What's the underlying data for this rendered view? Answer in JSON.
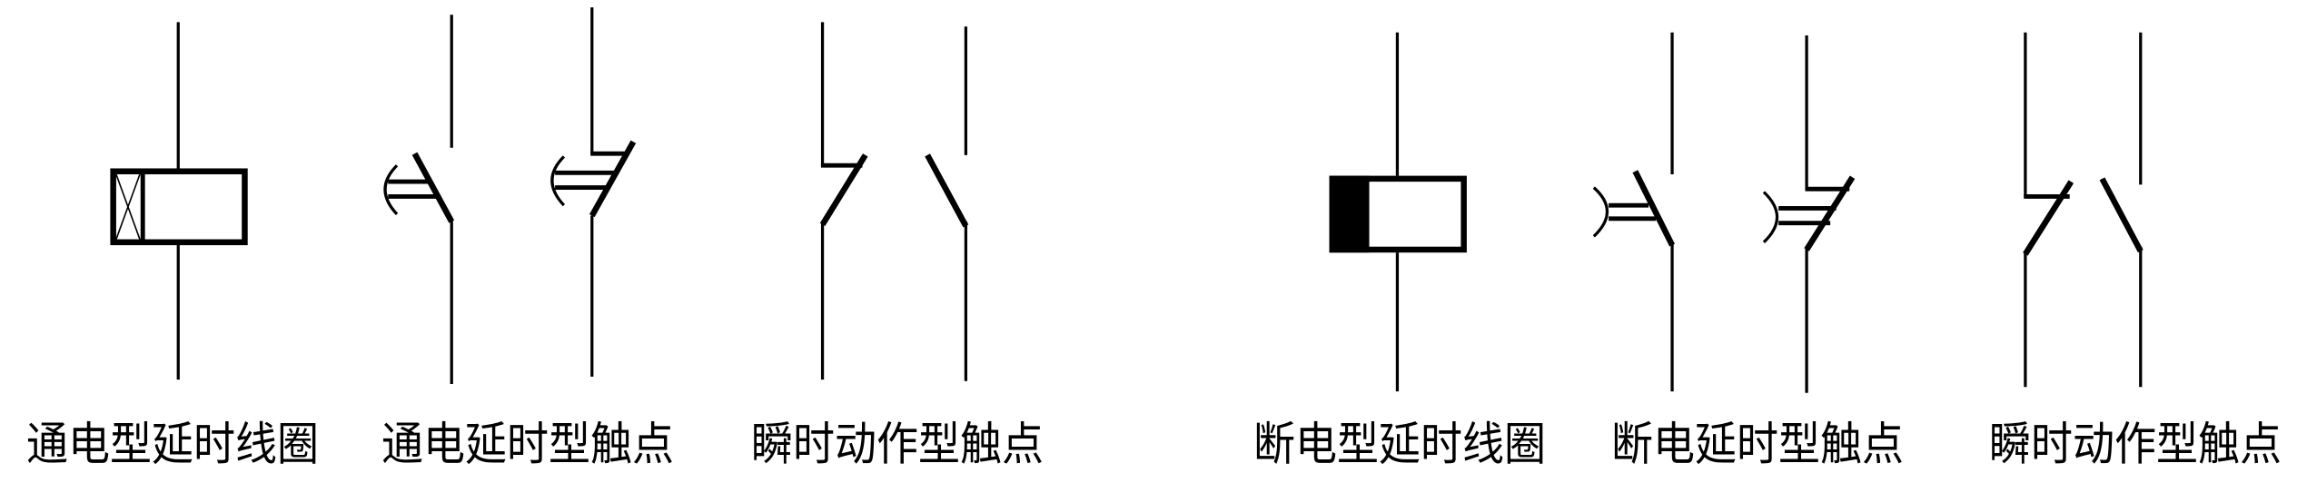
{
  "colors": {
    "ink": "#000000",
    "background": "#ffffff"
  },
  "labels": {
    "energize_coil": "通电型延时线圈",
    "energize_contacts": "通电延时型触点",
    "instant_contacts_1": "瞬时动作型触点",
    "deenergize_coil": "断电型延时线圈",
    "deenergize_contacts": "断电延时型触点",
    "instant_contacts_2": "瞬时动作型触点"
  }
}
